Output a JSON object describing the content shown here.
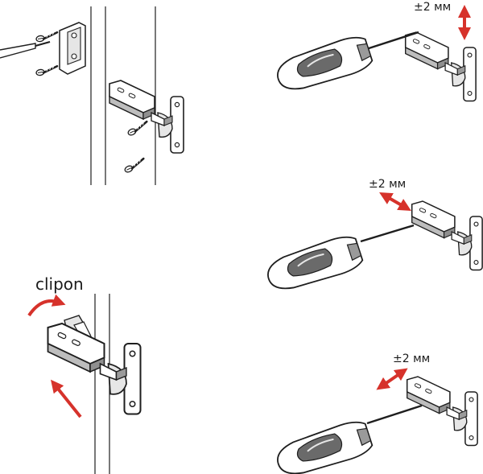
{
  "labels": {
    "adjust_vertical": "±2 мм",
    "adjust_side": "±2 мм",
    "adjust_depth": "±2 мм",
    "clip_on": "clipon"
  },
  "colors": {
    "arrow": "#d6322b",
    "line": "#1e1e1e",
    "metal_shadow": "#9a9a9a",
    "metal_light": "#e6e6e6",
    "handle_dark": "#6a6a6a"
  },
  "icons": {
    "screwdriver": "screwdriver-icon",
    "hinge": "cabinet-hinge-icon",
    "screw": "screw-icon",
    "double_arrow": "double-arrow-icon",
    "curved_arrow": "curved-arrow-icon"
  }
}
